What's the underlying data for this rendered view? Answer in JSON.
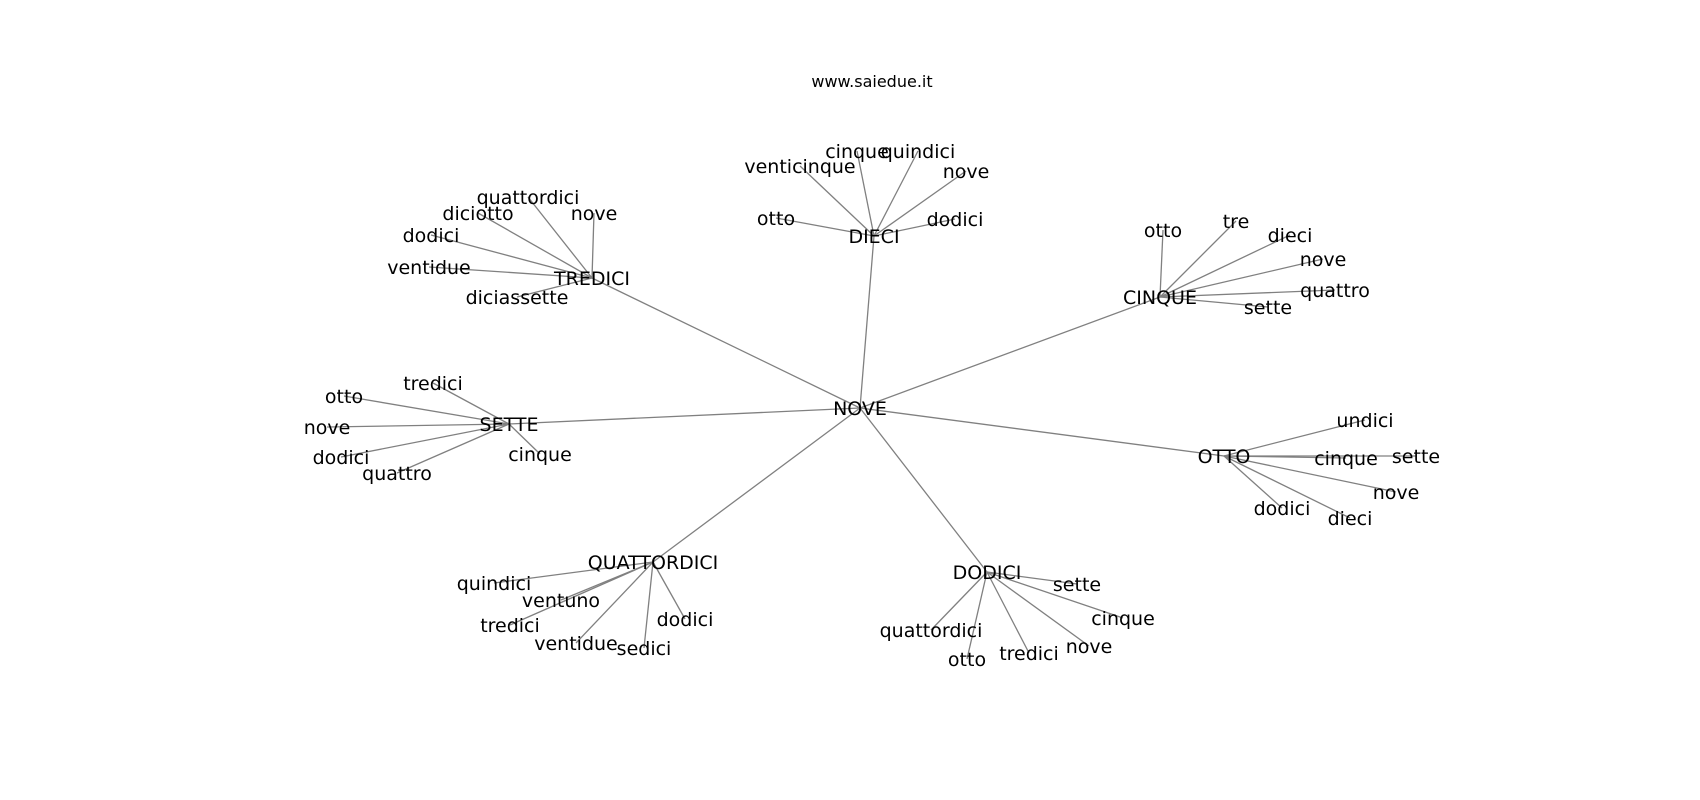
{
  "site_label": "www.saiedue.it",
  "colors": {
    "edge": "#808080",
    "text": "#000000",
    "background": "#ffffff"
  },
  "graph": {
    "root": "NOVE",
    "branches": [
      {
        "hub": "TREDICI",
        "leaves": [
          "quattordici",
          "diciotto",
          "nove",
          "dodici",
          "ventidue",
          "diciassette"
        ]
      },
      {
        "hub": "DIECI",
        "leaves": [
          "cinque",
          "quindici",
          "venticinque",
          "nove",
          "otto",
          "dodici"
        ]
      },
      {
        "hub": "CINQUE",
        "leaves": [
          "otto",
          "tre",
          "dieci",
          "nove",
          "quattro",
          "sette"
        ]
      },
      {
        "hub": "SETTE",
        "leaves": [
          "tredici",
          "otto",
          "nove",
          "dodici",
          "quattro",
          "cinque"
        ]
      },
      {
        "hub": "OTTO",
        "leaves": [
          "undici",
          "cinque",
          "sette",
          "nove",
          "dodici",
          "dieci"
        ]
      },
      {
        "hub": "QUATTORDICI",
        "leaves": [
          "quindici",
          "ventuno",
          "tredici",
          "ventidue",
          "sedici",
          "dodici"
        ]
      },
      {
        "hub": "DODICI",
        "leaves": [
          "sette",
          "cinque",
          "quattordici",
          "nove",
          "tredici",
          "otto"
        ]
      }
    ]
  }
}
